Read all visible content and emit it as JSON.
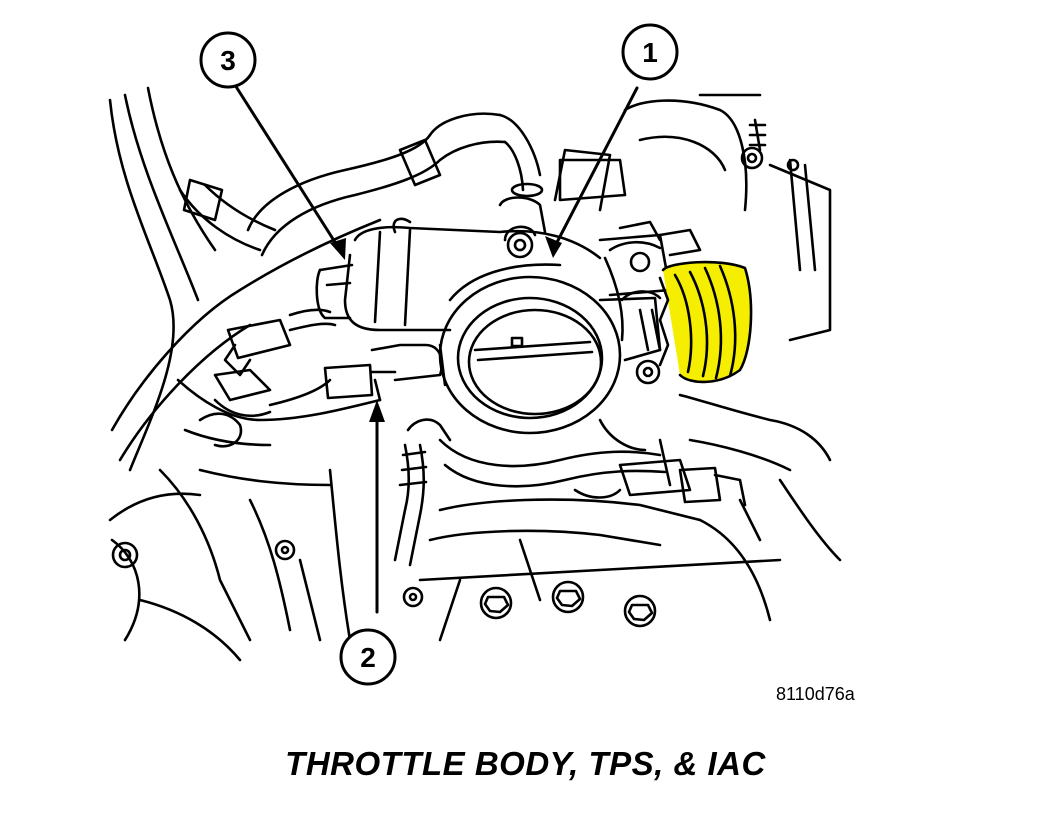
{
  "figure": {
    "reference_code": "8110d76a",
    "caption": "THROTTLE BODY, TPS, & IAC",
    "callouts": [
      {
        "id": "1",
        "label": "1"
      },
      {
        "id": "2",
        "label": "2"
      },
      {
        "id": "3",
        "label": "3"
      }
    ],
    "colors": {
      "line": "#000000",
      "highlight": "#f5ee00",
      "background": "#ffffff"
    }
  }
}
